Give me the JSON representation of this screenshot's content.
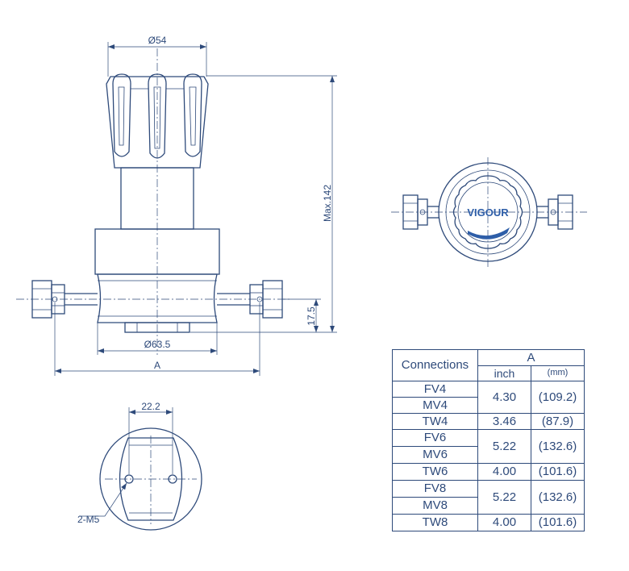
{
  "brand": "VIGOUR",
  "dimensions": {
    "knob_dia": "Ø54",
    "max_height": "Max.142",
    "body_dia": "Ø63.5",
    "port_height": "17.5",
    "length_a": "A",
    "bolt_spacing": "22.2",
    "mount_thread": "2-M5"
  },
  "table": {
    "header_connections": "Connections",
    "header_a": "A",
    "unit_inch": "inch",
    "unit_mm": "(mm)",
    "groups": [
      {
        "names": [
          "FV4",
          "MV4"
        ],
        "inch": "4.30",
        "mm": "(109.2)"
      },
      {
        "names": [
          "TW4"
        ],
        "inch": "3.46",
        "mm": "(87.9)"
      },
      {
        "names": [
          "FV6",
          "MV6"
        ],
        "inch": "5.22",
        "mm": "(132.6)"
      },
      {
        "names": [
          "TW6"
        ],
        "inch": "4.00",
        "mm": "(101.6)"
      },
      {
        "names": [
          "FV8",
          "MV8"
        ],
        "inch": "5.22",
        "mm": "(132.6)"
      },
      {
        "names": [
          "TW8"
        ],
        "inch": "4.00",
        "mm": "(101.6)"
      }
    ]
  }
}
